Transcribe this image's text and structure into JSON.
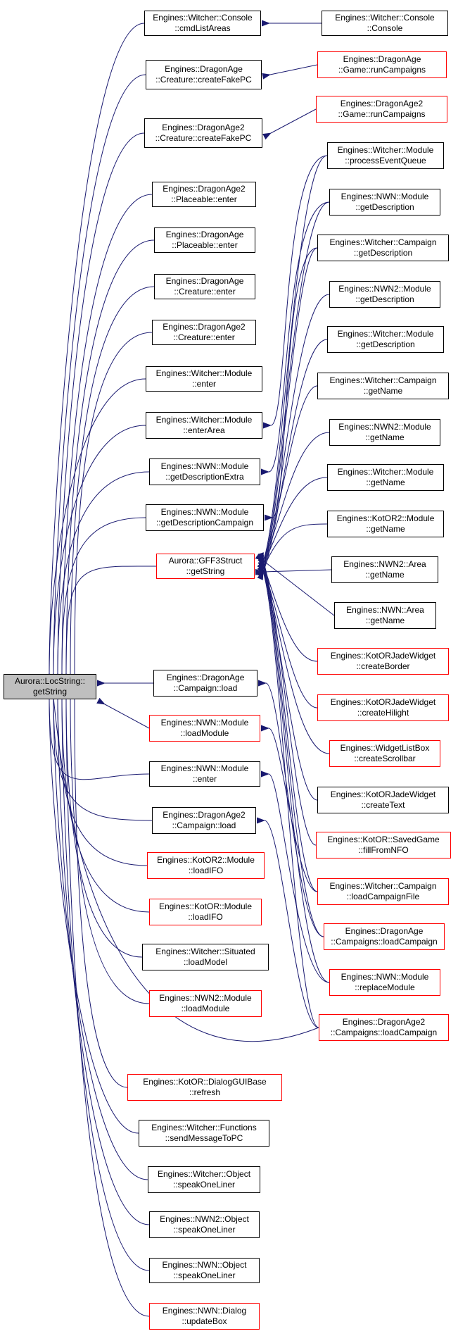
{
  "colors": {
    "edge": "#191970",
    "border": "#000000",
    "link_border": "#ff0000",
    "root_fill": "#bfbfbf"
  },
  "nodes": [
    {
      "id": "root",
      "l1": "Aurora::LocString::",
      "l2": "getString",
      "style": "root"
    },
    {
      "id": "gff",
      "l1": "Aurora::GFF3Struct",
      "l2": "::getString",
      "style": "red"
    },
    {
      "id": "w_cmdlist",
      "l1": "Engines::Witcher::Console",
      "l2": "::cmdListAreas",
      "style": "black"
    },
    {
      "id": "da_cfpc",
      "l1": "Engines::DragonAge",
      "l2": "::Creature::createFakePC",
      "style": "black"
    },
    {
      "id": "da2_cfpc",
      "l1": "Engines::DragonAge2",
      "l2": "::Creature::createFakePC",
      "style": "black"
    },
    {
      "id": "da2_pl_enter",
      "l1": "Engines::DragonAge2",
      "l2": "::Placeable::enter",
      "style": "black"
    },
    {
      "id": "da_pl_enter",
      "l1": "Engines::DragonAge",
      "l2": "::Placeable::enter",
      "style": "black"
    },
    {
      "id": "da_cr_enter",
      "l1": "Engines::DragonAge",
      "l2": "::Creature::enter",
      "style": "black"
    },
    {
      "id": "da2_cr_enter",
      "l1": "Engines::DragonAge2",
      "l2": "::Creature::enter",
      "style": "black"
    },
    {
      "id": "w_mod_enter",
      "l1": "Engines::Witcher::Module",
      "l2": "::enter",
      "style": "black"
    },
    {
      "id": "w_mod_enterarea",
      "l1": "Engines::Witcher::Module",
      "l2": "::enterArea",
      "style": "black"
    },
    {
      "id": "nwn_gde",
      "l1": "Engines::NWN::Module",
      "l2": "::getDescriptionExtra",
      "style": "black"
    },
    {
      "id": "nwn_gdc",
      "l1": "Engines::NWN::Module",
      "l2": "::getDescriptionCampaign",
      "style": "black"
    },
    {
      "id": "da_camp_load",
      "l1": "Engines::DragonAge",
      "l2": "::Campaign::load",
      "style": "black"
    },
    {
      "id": "nwn_loadmodule",
      "l1": "Engines::NWN::Module",
      "l2": "::loadModule",
      "style": "red"
    },
    {
      "id": "nwn_mod_enter",
      "l1": "Engines::NWN::Module",
      "l2": "::enter",
      "style": "black"
    },
    {
      "id": "da2_camp_load",
      "l1": "Engines::DragonAge2",
      "l2": "::Campaign::load",
      "style": "black"
    },
    {
      "id": "k2_loadifo",
      "l1": "Engines::KotOR2::Module",
      "l2": "::loadIFO",
      "style": "red"
    },
    {
      "id": "k_loadifo",
      "l1": "Engines::KotOR::Module",
      "l2": "::loadIFO",
      "style": "red"
    },
    {
      "id": "w_sit_loadmodel",
      "l1": "Engines::Witcher::Situated",
      "l2": "::loadModel",
      "style": "black"
    },
    {
      "id": "nwn2_loadmodule",
      "l1": "Engines::NWN2::Module",
      "l2": "::loadModule",
      "style": "red"
    },
    {
      "id": "k_dlg_refresh",
      "l1": "Engines::KotOR::DialogGUIBase",
      "l2": "::refresh",
      "style": "red"
    },
    {
      "id": "w_fn_sendmsg",
      "l1": "Engines::Witcher::Functions",
      "l2": "::sendMessageToPC",
      "style": "black"
    },
    {
      "id": "w_obj_speak",
      "l1": "Engines::Witcher::Object",
      "l2": "::speakOneLiner",
      "style": "black"
    },
    {
      "id": "nwn2_obj_speak",
      "l1": "Engines::NWN2::Object",
      "l2": "::speakOneLiner",
      "style": "black"
    },
    {
      "id": "nwn_obj_speak",
      "l1": "Engines::NWN::Object",
      "l2": "::speakOneLiner",
      "style": "black"
    },
    {
      "id": "nwn_dlg_update",
      "l1": "Engines::NWN::Dialog",
      "l2": "::updateBox",
      "style": "red"
    },
    {
      "id": "w_con_console",
      "l1": "Engines::Witcher::Console",
      "l2": "::Console",
      "style": "black"
    },
    {
      "id": "da_game_run",
      "l1": "Engines::DragonAge",
      "l2": "::Game::runCampaigns",
      "style": "red"
    },
    {
      "id": "da2_game_run",
      "l1": "Engines::DragonAge2",
      "l2": "::Game::runCampaigns",
      "style": "red"
    },
    {
      "id": "w_mod_pevq",
      "l1": "Engines::Witcher::Module",
      "l2": "::processEventQueue",
      "style": "black"
    },
    {
      "id": "nwn_mod_gdesc",
      "l1": "Engines::NWN::Module",
      "l2": "::getDescription",
      "style": "black"
    },
    {
      "id": "w_camp_gdesc",
      "l1": "Engines::Witcher::Campaign",
      "l2": "::getDescription",
      "style": "black"
    },
    {
      "id": "nwn2_mod_gdesc",
      "l1": "Engines::NWN2::Module",
      "l2": "::getDescription",
      "style": "black"
    },
    {
      "id": "w_mod_gdesc",
      "l1": "Engines::Witcher::Module",
      "l2": "::getDescription",
      "style": "black"
    },
    {
      "id": "w_camp_gname",
      "l1": "Engines::Witcher::Campaign",
      "l2": "::getName",
      "style": "black"
    },
    {
      "id": "nwn2_mod_gname",
      "l1": "Engines::NWN2::Module",
      "l2": "::getName",
      "style": "black"
    },
    {
      "id": "w_mod_gname",
      "l1": "Engines::Witcher::Module",
      "l2": "::getName",
      "style": "black"
    },
    {
      "id": "k2_mod_gname",
      "l1": "Engines::KotOR2::Module",
      "l2": "::getName",
      "style": "black"
    },
    {
      "id": "nwn2_area_gname",
      "l1": "Engines::NWN2::Area",
      "l2": "::getName",
      "style": "black"
    },
    {
      "id": "nwn_area_gname",
      "l1": "Engines::NWN::Area",
      "l2": "::getName",
      "style": "black"
    },
    {
      "id": "kjw_border",
      "l1": "Engines::KotORJadeWidget",
      "l2": "::createBorder",
      "style": "red"
    },
    {
      "id": "kjw_hilight",
      "l1": "Engines::KotORJadeWidget",
      "l2": "::createHilight",
      "style": "red"
    },
    {
      "id": "wlb_scroll",
      "l1": "Engines::WidgetListBox",
      "l2": "::createScrollbar",
      "style": "red"
    },
    {
      "id": "kjw_text",
      "l1": "Engines::KotORJadeWidget",
      "l2": "::createText",
      "style": "black"
    },
    {
      "id": "k_save_fill",
      "l1": "Engines::KotOR::SavedGame",
      "l2": "::fillFromNFO",
      "style": "red"
    },
    {
      "id": "w_camp_loadfile",
      "l1": "Engines::Witcher::Campaign",
      "l2": "::loadCampaignFile",
      "style": "red"
    },
    {
      "id": "da_camps_load",
      "l1": "Engines::DragonAge",
      "l2": "::Campaigns::loadCampaign",
      "style": "red"
    },
    {
      "id": "nwn_mod_replace",
      "l1": "Engines::NWN::Module",
      "l2": "::replaceModule",
      "style": "red"
    },
    {
      "id": "da2_camps_load",
      "l1": "Engines::DragonAge2",
      "l2": "::Campaigns::loadCampaign",
      "style": "red"
    }
  ]
}
